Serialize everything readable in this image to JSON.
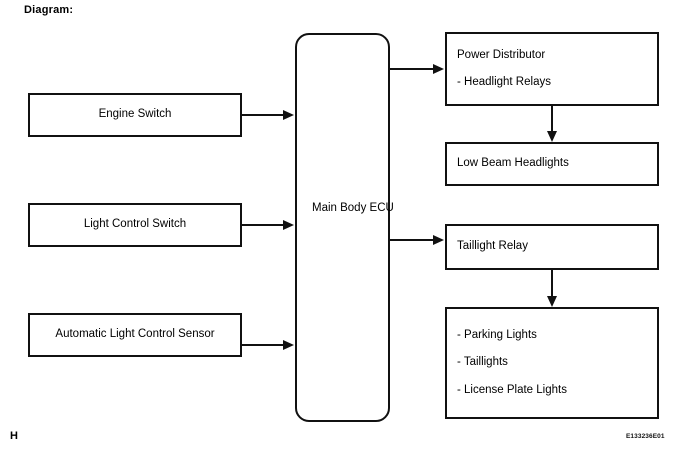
{
  "page": {
    "heading": "Diagram:",
    "corner_mark": "H",
    "reference_code": "E133236E01",
    "ink_color": "#111111",
    "background_color": "#ffffff"
  },
  "inputs": [
    {
      "name": "engine-switch",
      "label": "Engine Switch"
    },
    {
      "name": "light-control-switch",
      "label": "Light Control Switch"
    },
    {
      "name": "automatic-light-control-sensor",
      "label": "Automatic Light Control Sensor"
    }
  ],
  "controller": {
    "name": "main-body-ecu",
    "label_line1": "Main Body",
    "label_line2": "ECU"
  },
  "outputs": {
    "power_distributor": {
      "line1": "Power Distributor",
      "line2": "- Headlight Relays"
    },
    "low_beam_headlights": {
      "label": "Low Beam Headlights"
    },
    "taillight_relay": {
      "label": "Taillight Relay"
    },
    "lamp_group": {
      "line1": "- Parking Lights",
      "line2": "- Taillights",
      "line3": "- License Plate Lights"
    }
  },
  "connections": [
    {
      "from": "engine-switch",
      "to": "main-body-ecu"
    },
    {
      "from": "light-control-switch",
      "to": "main-body-ecu"
    },
    {
      "from": "automatic-light-control-sensor",
      "to": "main-body-ecu"
    },
    {
      "from": "main-body-ecu",
      "to": "power-distributor"
    },
    {
      "from": "power-distributor",
      "to": "low-beam-headlights"
    },
    {
      "from": "main-body-ecu",
      "to": "taillight-relay"
    },
    {
      "from": "taillight-relay",
      "to": "lamp-group"
    }
  ]
}
